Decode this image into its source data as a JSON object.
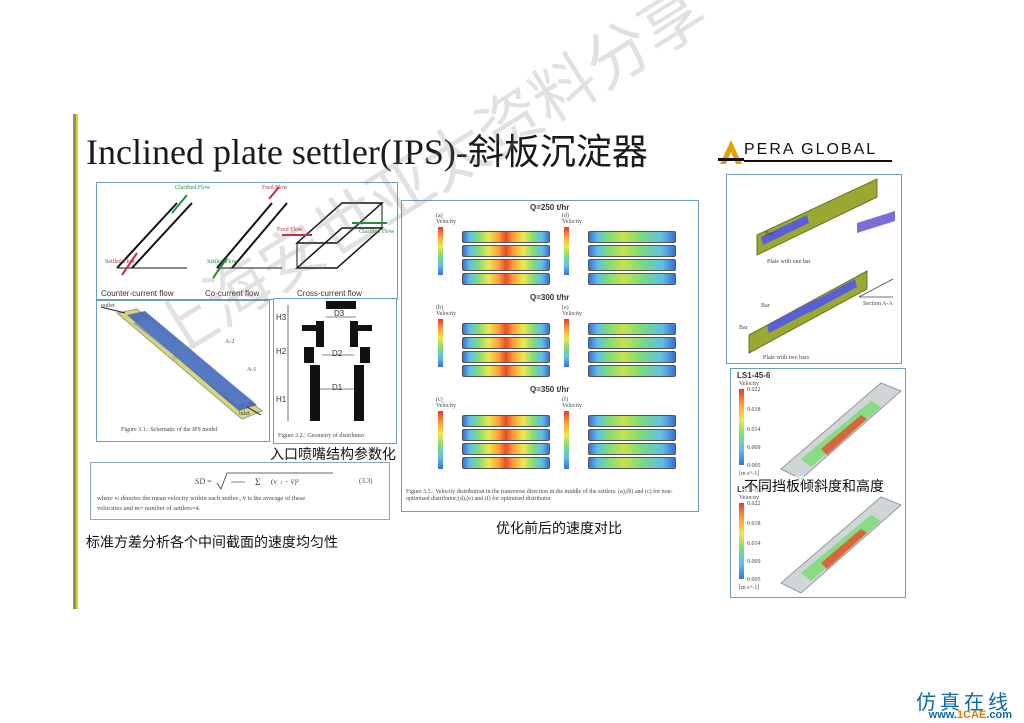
{
  "slide": {
    "title": "Inclined plate settler(IPS)-斜板沉淀器",
    "logo_text": "PERA GLOBAL"
  },
  "fig_flow": {
    "labels": [
      "Clarified Flow",
      "Feed Flow",
      "Feed Flow",
      "Clarified Flow",
      "Settled Flow",
      "Settled Flow"
    ],
    "captions": [
      "Counter-current flow",
      "Co-current flow",
      "Cross-current flow"
    ]
  },
  "fig_ips": {
    "labels": [
      "outlet",
      "A-2",
      "A-1",
      "inlet"
    ],
    "caption": "Figure 3.1.: Schematic of the IPS model"
  },
  "fig_distributor": {
    "labels": [
      "D3",
      "D2",
      "D1",
      "H3",
      "H2",
      "H1"
    ],
    "caption": "Figure 3.2.: Geometry of distributor"
  },
  "caption_nozzle": "入口喷嘴结构参数化",
  "formula_box": {
    "formula_left": "SD =",
    "formula_number": "(3.3)",
    "line1": "where v",
    "line1b": "denotes the mean velocity within each settler ,",
    "line1c": "is the average of these",
    "line2": "velocities and m= number of settlers=4."
  },
  "caption_sd": "标准方差分析各个中间截面的速度均匀性",
  "velocity_panel": {
    "headers": [
      "Q=250 t/hr",
      "Q=300 t/hr",
      "Q=350 t/hr"
    ],
    "subplot_labels": [
      "(a)",
      "(d)",
      "(b)",
      "(e)",
      "(c)",
      "(f)"
    ],
    "legend_title": "Velocity",
    "caption": "Figure 3.5.: Velocity distribution in the transverse direction in the middle of the settlers: (a),(b) and (c) for non-optimised distributor;(d),(e) and (f) for optimised distributor"
  },
  "caption_velocity": "优化前后的速度对比",
  "plate_panel": {
    "labels": [
      "Bar",
      "Plate with one bar",
      "Bar",
      "Bar",
      "Plate with two bars",
      "Section A-A"
    ]
  },
  "slope_panel": {
    "plot1_title": "LS1-45-6",
    "plot2_title": "LS1-55-6",
    "legend_title": "Velocity",
    "ticks": [
      "0.022",
      "0.018",
      "0.014",
      "0.009",
      "0.005"
    ],
    "unit": "[m s^-1]",
    "caption": "不同挡板倾斜度和高度"
  },
  "watermark": "上海安世亚太资料分享",
  "footer": {
    "site_cn": "仿真在线",
    "url_prefix": "www.",
    "url_brand": "1CAE",
    "url_suffix": ".com"
  }
}
